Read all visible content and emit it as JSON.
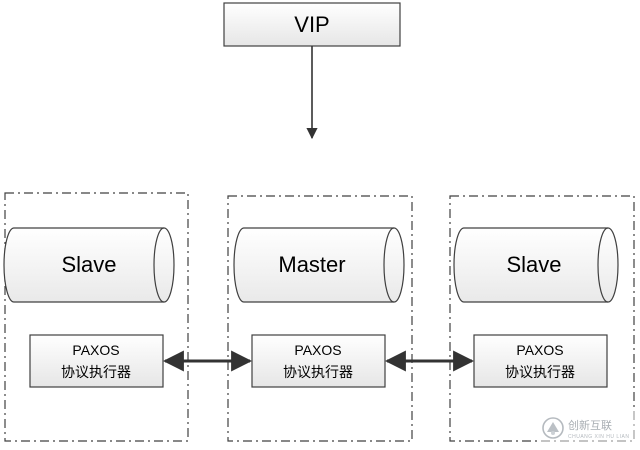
{
  "vip": {
    "label": "VIP"
  },
  "nodes": [
    {
      "db_label": "Slave",
      "executor_line1": "PAXOS",
      "executor_line2": "协议执行器"
    },
    {
      "db_label": "Master",
      "executor_line1": "PAXOS",
      "executor_line2": "协议执行器"
    },
    {
      "db_label": "Slave",
      "executor_line1": "PAXOS",
      "executor_line2": "协议执行器"
    }
  ],
  "watermark": {
    "text": "创新互联",
    "subtext": "CHUANG XIN HU LIAN"
  },
  "colors": {
    "box_fill": "#f2f2f2",
    "stroke": "#404040",
    "dash_border": "#404040",
    "arrow": "#333333"
  }
}
